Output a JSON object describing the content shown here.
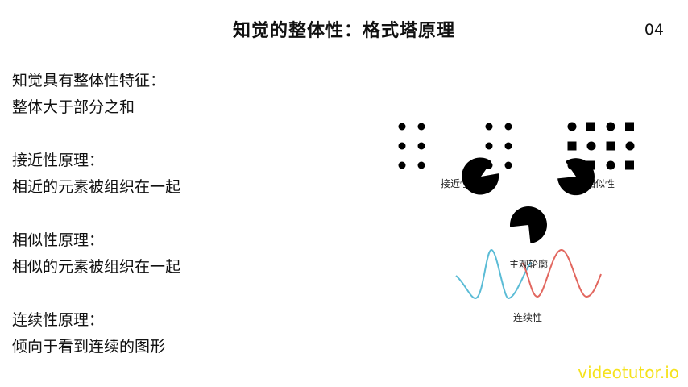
{
  "slide": {
    "title": "知觉的整体性：格式塔原理",
    "page_number": "04"
  },
  "paragraphs": [
    {
      "lines": [
        "知觉具有整体性特征：",
        "整体大于部分之和"
      ]
    },
    {
      "lines": [
        "接近性原理：",
        "相近的元素被组织在一起"
      ]
    },
    {
      "lines": [
        "相似性原理：",
        "相似的元素被组织在一起"
      ]
    },
    {
      "lines": [
        "连续性原理：",
        "倾向于看到连续的图形"
      ]
    }
  ],
  "figure": {
    "labels": {
      "proximity": "接近性",
      "similarity": "相似性",
      "subjective_contour": "主观轮廓",
      "continuity": "连续性"
    },
    "colors": {
      "shapes": "#000000",
      "wave_left": "#5bbcd6",
      "wave_right": "#e2675f"
    }
  },
  "watermark": "videotutor.io"
}
